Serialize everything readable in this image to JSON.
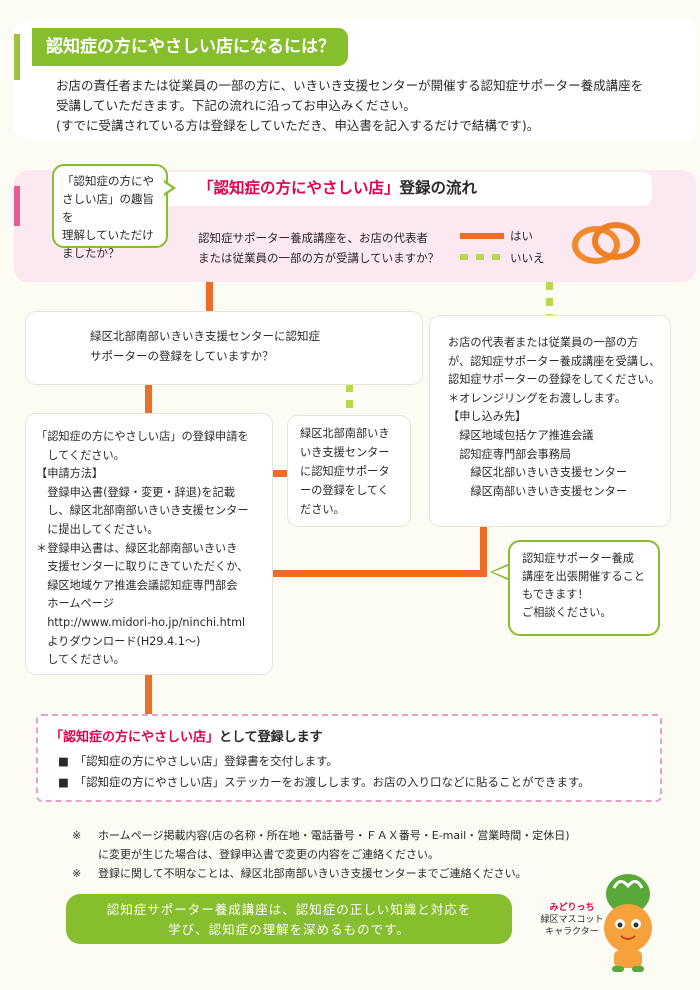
{
  "intro": {
    "title": "認知症の方にやさしい店になるには？",
    "body": "お店の責任者または従業員の一部の方に、いきいき支援センターが開催する認知症サポーター養成講座を\n受講していただきます。下記の流れに沿ってお申込みください。\n(すでに受講されている方は登録をしていただき、申込書を記入するだけで結構です)。"
  },
  "flow": {
    "title_quote": "「認知症の方にやさしい店」",
    "title_rest": "登録の流れ",
    "callout": "「認知症の方にや\nさしい店」の趣旨を\n理解していただけ\nましたか？",
    "question1": "認知症サポーター養成講座を、お店の代表者\nまたは従業員の一部の方が受講していますか？",
    "legend_yes": "はい",
    "legend_no": "いいえ",
    "box_a": "緑区北部南部いきいき支援センターに認知症\nサポーターの登録をしていますか？",
    "box_b": "お店の代表者または従業員の一部の方\nが、認知症サポーター養成講座を受講し、\n認知症サポーターの登録をしてください。\n＊オレンジリングをお渡しします。\n【申し込み先】\n　緑区地域包括ケア推進会議\n　認知症専門部会事務局\n　　緑区北部いきいき支援センター\n　　緑区南部いきいき支援センター",
    "box_c": "「認知症の方にやさしい店」の登録申請を\n　してください。\n【申請方法】\n　登録申込書(登録・変更・辞退)を記載\n　し、緑区北部南部いきいき支援センター\n　に提出してください。\n＊登録申込書は、緑区北部南部いきいき\n　支援センターに取りにきていただくか、\n　緑区地域ケア推進会議認知症専門部会\n　ホームページ\n　http://www.midori-ho.jp/ninchi.html\n　よりダウンロード(H29.4.1～)\n　してください。",
    "box_d": "緑区北部南部いき\nいき支援センター\nに認知症サポータ\nーの登録をしてく\nださい。",
    "callout2": "認知症サポーター養成\n講座を出張開催すること\nもできます！\nご相談ください。"
  },
  "register": {
    "title_quote": "「認知症の方にやさしい店」",
    "title_rest": "として登録します",
    "items": [
      "■　「認知症の方にやさしい店」登録書を交付します。",
      "■　「認知症の方にやさしい店」ステッカーをお渡しします。お店の入り口などに貼ることができます。"
    ]
  },
  "notes": [
    {
      "mark": "※",
      "text": "ホームページ掲載内容(店の名称・所在地・電話番号・ＦＡＸ番号・E-mail・営業時間・定休日)\nに変更が生じた場合は、登録申込書で変更の内容をご連絡ください。"
    },
    {
      "mark": "※",
      "text": "登録に関して不明なことは、緑区北部南部いきいき支援センターまでご連絡ください。"
    }
  ],
  "footer": {
    "message": "認知症サポーター養成講座は、認知症の正しい知識と対応を\n学び、認知症の理解を深めるものです。",
    "mascot_name": "みどりっち",
    "mascot_caption": "緑区マスコット\nキャラクター"
  },
  "colors": {
    "green": "#86be2d",
    "orange": "#ef6c28",
    "pink": "#e4004f",
    "lime": "#b8d94a"
  }
}
